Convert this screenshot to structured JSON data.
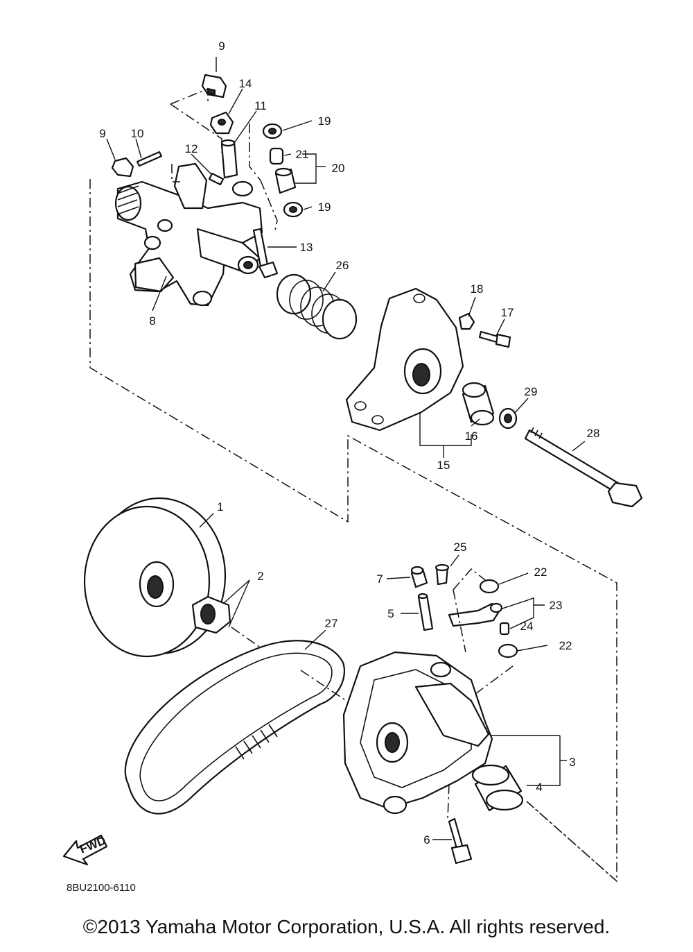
{
  "diagram": {
    "callouts": [
      {
        "id": "c9a",
        "label": "9"
      },
      {
        "id": "c14",
        "label": "14"
      },
      {
        "id": "c11",
        "label": "11"
      },
      {
        "id": "c19a",
        "label": "19"
      },
      {
        "id": "c9b",
        "label": "9"
      },
      {
        "id": "c10",
        "label": "10"
      },
      {
        "id": "c12",
        "label": "12"
      },
      {
        "id": "c21",
        "label": "21"
      },
      {
        "id": "c20",
        "label": "20"
      },
      {
        "id": "c19b",
        "label": "19"
      },
      {
        "id": "c13",
        "label": "13"
      },
      {
        "id": "c26",
        "label": "26"
      },
      {
        "id": "c8",
        "label": "8"
      },
      {
        "id": "c18",
        "label": "18"
      },
      {
        "id": "c17",
        "label": "17"
      },
      {
        "id": "c29",
        "label": "29"
      },
      {
        "id": "c16",
        "label": "16"
      },
      {
        "id": "c28",
        "label": "28"
      },
      {
        "id": "c15",
        "label": "15"
      },
      {
        "id": "c1",
        "label": "1"
      },
      {
        "id": "c25",
        "label": "25"
      },
      {
        "id": "c22a",
        "label": "22"
      },
      {
        "id": "c2",
        "label": "2"
      },
      {
        "id": "c7",
        "label": "7"
      },
      {
        "id": "c23",
        "label": "23"
      },
      {
        "id": "c5",
        "label": "5"
      },
      {
        "id": "c27",
        "label": "27"
      },
      {
        "id": "c24",
        "label": "24"
      },
      {
        "id": "c22b",
        "label": "22"
      },
      {
        "id": "c3",
        "label": "3"
      },
      {
        "id": "c4",
        "label": "4"
      },
      {
        "id": "c6",
        "label": "6"
      }
    ],
    "fwd_badge": "FWD",
    "diagram_code": "8BU2100-6110"
  },
  "footer": {
    "copyright": "©2013 Yamaha Motor Corporation, U.S.A. All rights reserved."
  }
}
